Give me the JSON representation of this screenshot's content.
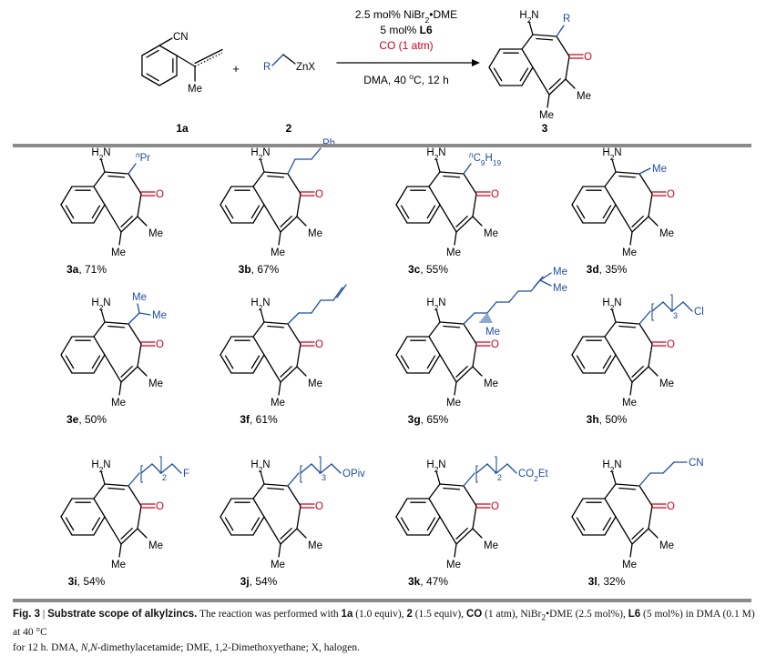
{
  "reaction": {
    "reactant_1": {
      "label": "1a",
      "groups": {
        "cn": "CN",
        "me": "Me"
      }
    },
    "plus_1": "+",
    "reactant_2": {
      "label": "2",
      "groups": {
        "r": "R",
        "znx": "ZnX"
      }
    },
    "conditions": {
      "line1_prefix": "2.5 mol% NiBr",
      "line1_sub": "2",
      "line1_suffix": "•DME",
      "line2_prefix": "5 mol% ",
      "line2_bold": "L6",
      "line3": "CO (1 atm)",
      "line4_prefix": "DMA, 40 ",
      "line4_sup": "o",
      "line4_suffix": "C, 12 h"
    },
    "product": {
      "label": "3",
      "groups": {
        "nh2_main": "H",
        "nh2_sub": "2",
        "nh2_n": "N",
        "r": "R",
        "o": "O",
        "me1": "Me",
        "me2": "Me"
      }
    }
  },
  "core_labels": {
    "h": "H",
    "sub2": "2",
    "n": "N",
    "o": "O",
    "me": "Me"
  },
  "compounds": [
    {
      "id": "3a",
      "yield": ", 71%",
      "side_chain": {
        "sup": "n",
        "text": "Pr"
      }
    },
    {
      "id": "3b",
      "yield": ", 67%",
      "side_chain": {
        "text": "Ph"
      }
    },
    {
      "id": "3c",
      "yield": ", 55%",
      "side_chain": {
        "sup": "n",
        "text": "C",
        "sub1": "9",
        "text2": "H",
        "sub2": "19"
      }
    },
    {
      "id": "3d",
      "yield": ", 35%",
      "side_chain": {
        "text": "Me"
      }
    },
    {
      "id": "3e",
      "yield": ", 50%",
      "side_chain": {
        "me_a": "Me",
        "me_b": "Me"
      }
    },
    {
      "id": "3f",
      "yield": ", 61%",
      "side_chain": {}
    },
    {
      "id": "3g",
      "yield": ", 65%",
      "side_chain": {
        "me_stereo": "Me",
        "me_a": "Me",
        "me_b": "Me"
      }
    },
    {
      "id": "3h",
      "yield": ", 50%",
      "side_chain": {
        "n": "3",
        "end": "Cl"
      }
    },
    {
      "id": "3i",
      "yield": ", 54%",
      "side_chain": {
        "n": "2",
        "end": "F"
      }
    },
    {
      "id": "3j",
      "yield": ", 54%",
      "side_chain": {
        "n": "3",
        "end": "OPiv"
      }
    },
    {
      "id": "3k",
      "yield": ", 47%",
      "side_chain": {
        "n": "2",
        "end_a": "CO",
        "end_sub": "2",
        "end_b": "Et"
      }
    },
    {
      "id": "3l",
      "yield": ", 32%",
      "side_chain": {
        "end": "CN"
      }
    }
  ],
  "caption": {
    "fig": "Fig. 3",
    "sep": " | ",
    "title": "Substrate scope of alkylzincs.",
    "t1": " The reaction was performed with ",
    "b1": "1a",
    "t2": " (1.0 equiv), ",
    "b2": "2",
    "t3": " (1.5 equiv), ",
    "b3": "CO",
    "t4": " (1 atm), NiBr",
    "s1": "2",
    "t5": "•DME (2.5 mol%), ",
    "b4": "L6",
    "t6": " (5 mol%) in DMA (0.1 M) at 40 °C",
    "line2": "for 12 h. DMA, ",
    "line2_i": "N,N",
    "line2_b": "-dimethylacetamide; DME, 1,2-Dimethoxyethane; X, halogen."
  },
  "colors": {
    "blue": "#1f4e9c",
    "red": "#d0021b",
    "bond": "#000000",
    "rule": "#8a8a8a"
  }
}
